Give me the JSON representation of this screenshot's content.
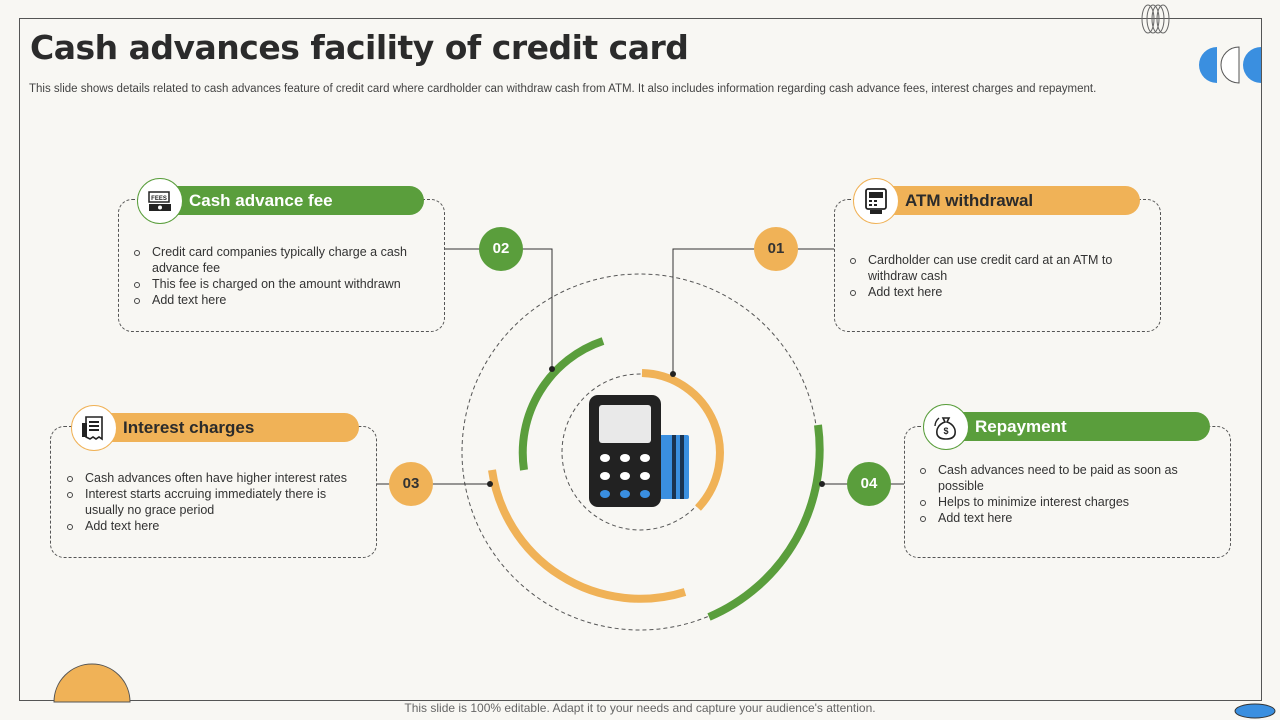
{
  "title": "Cash advances facility of credit card",
  "subtitle": "This slide shows details related to cash advances feature of credit card where cardholder can withdraw cash from ATM.  It also includes information regarding cash advance fees, interest charges and repayment.",
  "footer": "This slide is 100% editable. Adapt it to your needs and capture your audience's attention.",
  "colors": {
    "green": "#5a9e3c",
    "orange": "#f0b257",
    "blue": "#3a8fe0"
  },
  "cards": {
    "fee": {
      "number": "02",
      "heading": "Cash advance fee",
      "icon": "fees-icon",
      "points": [
        "Credit card companies typically charge a cash advance  fee",
        "This fee is charged  on the amount withdrawn",
        "Add text here"
      ]
    },
    "atm": {
      "number": "01",
      "heading": "ATM withdrawal",
      "icon": "atm-icon",
      "points": [
        "Cardholder  can use credit card at an ATM to withdraw cash",
        "Add text here"
      ]
    },
    "interest": {
      "number": "03",
      "heading": "Interest charges",
      "icon": "receipt-icon",
      "points": [
        "Cash advances often have higher interest rates",
        "Interest starts accruing immediately there is usually no grace period",
        "Add text here"
      ]
    },
    "repayment": {
      "number": "04",
      "heading": "Repayment",
      "icon": "money-bag-icon",
      "points": [
        "Cash advances  need to be paid as soon as possible",
        "Helps to minimize interest charges",
        "Add text here"
      ]
    }
  }
}
